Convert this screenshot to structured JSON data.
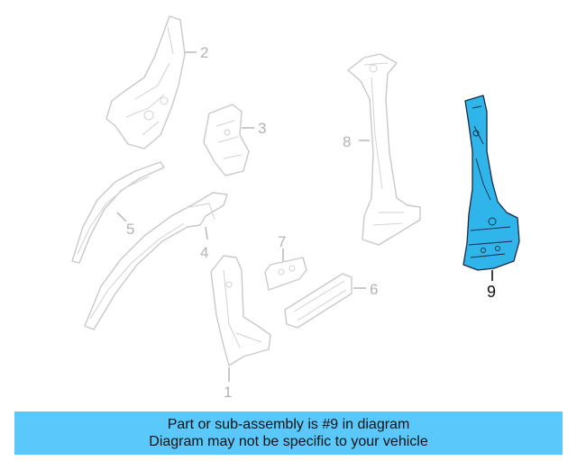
{
  "diagram": {
    "highlighted_part": "9",
    "highlight_color": "#2fb5ea",
    "callouts": [
      "1",
      "2",
      "3",
      "4",
      "5",
      "6",
      "7",
      "8",
      "9"
    ]
  },
  "banner": {
    "line1": "Part or sub-assembly is #9 in diagram",
    "line2": "Diagram may not be specific to your vehicle",
    "background": "#5ac8fa"
  }
}
